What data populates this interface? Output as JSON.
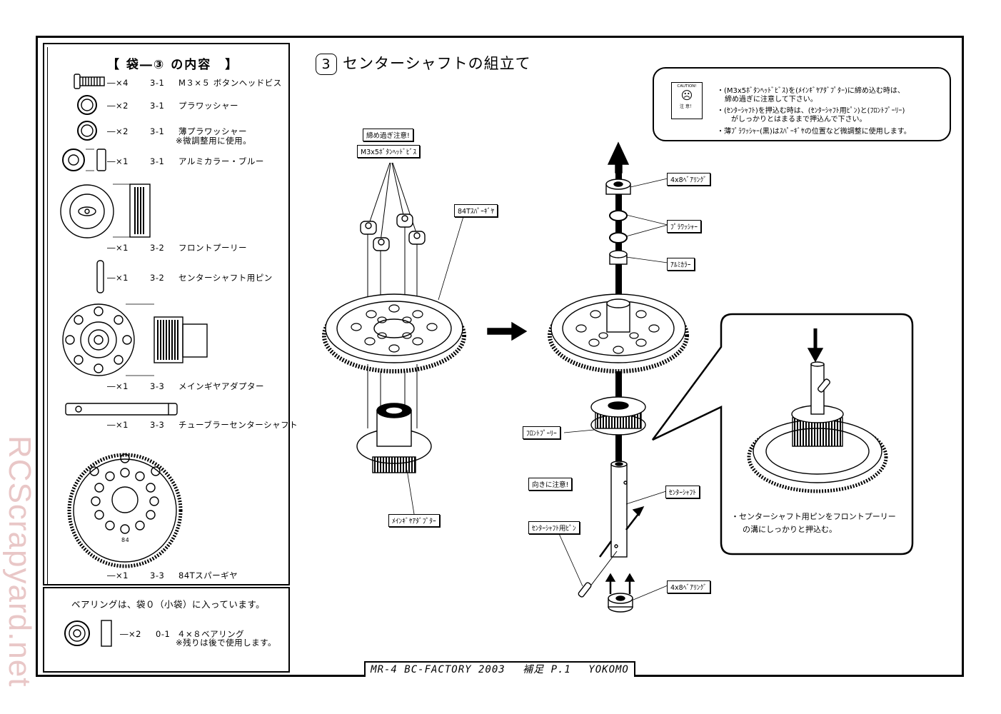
{
  "left_panel": {
    "title": "【 袋―③ の内容　】",
    "parts": [
      {
        "qty": "―×4",
        "code": "3-1",
        "name": "M３×５ ボタンヘッドビス"
      },
      {
        "qty": "―×2",
        "code": "3-1",
        "name": "プラワッシャー"
      },
      {
        "qty": "―×2",
        "code": "3-1",
        "name": "薄プラワッシャー",
        "note": "※微調整用に使用。"
      },
      {
        "qty": "―×1",
        "code": "3-1",
        "name": "アルミカラー・ブルー"
      },
      {
        "qty": "―×1",
        "code": "3-2",
        "name": "フロントプーリー"
      },
      {
        "qty": "―×1",
        "code": "3-2",
        "name": "センターシャフト用ピン"
      },
      {
        "qty": "―×1",
        "code": "3-3",
        "name": "メインギヤアダプター"
      },
      {
        "qty": "―×1",
        "code": "3-3",
        "name": "チューブラーセンターシャフト"
      },
      {
        "qty": "―×1",
        "code": "3-3",
        "name": "84Tスパーギヤ"
      }
    ],
    "spur_mark": "84",
    "bearing_note": "ベアリングは、袋０（小袋）に入っています。",
    "bearing": {
      "qty": "―×2",
      "code": "0-1",
      "name": "４×８ベアリング",
      "note": "※残りは後で使用します。"
    }
  },
  "section": {
    "number": "3",
    "title": "センターシャフトの組立て"
  },
  "caution": {
    "icon_top": "CAUTION!",
    "icon_bottom": "注 意！",
    "lines": [
      "・(M3x5ﾎﾞﾀﾝﾍｯﾄﾞﾋﾞｽ)を(ﾒｲﾝｷﾞﾔｱﾀﾞﾌﾟﾀｰ)に締め込む時は、",
      "締め過ぎに注意して下さい。",
      "・(ｾﾝﾀｰｼｬﾌﾄ)を押込む時は、(ｾﾝﾀｰｼｬﾌﾄ用ﾋﾟﾝ)と(ﾌﾛﾝﾄﾌﾟｰﾘｰ)",
      "がしっかりとはまるまで押込んで下さい。",
      "・薄ﾌﾟﾗﾜｯｼｬｰ(黒)はｽﾊﾟｰｷﾞﾔの位置など微調整に使用します。"
    ]
  },
  "labels": {
    "tighten": "締め過ぎ注意!",
    "screw": "M3x5ﾎﾞﾀﾝﾍｯﾄﾞﾋﾞｽ",
    "spur": "84Tｽﾊﾟｰｷﾞﾔ",
    "adapter": "ﾒｲﾝｷﾞﾔｱﾀﾞﾌﾟﾀｰ",
    "bearing_top": "4x8ﾍﾞｱﾘﾝｸﾞ",
    "washer": "ﾌﾟﾗﾜｯｼｬｰ",
    "collar": "ｱﾙﾐｶﾗｰ",
    "pulley": "ﾌﾛﾝﾄﾌﾟｰﾘｰ",
    "direction": "向きに注意!",
    "shaft": "ｾﾝﾀｰｼｬﾌﾄ",
    "pin": "ｾﾝﾀｰｼｬﾌﾄ用ﾋﾟﾝ",
    "bearing_bottom": "4x8ﾍﾞｱﾘﾝｸﾞ"
  },
  "inset_note": [
    "・センターシャフト用ピンをフロントプーリー",
    "の溝にしっかりと押込む。"
  ],
  "footer": "MR-4 BC-FACTORY 2003　 補足 P.1　 YOKOMO",
  "watermark": "RCScrapyard.net"
}
